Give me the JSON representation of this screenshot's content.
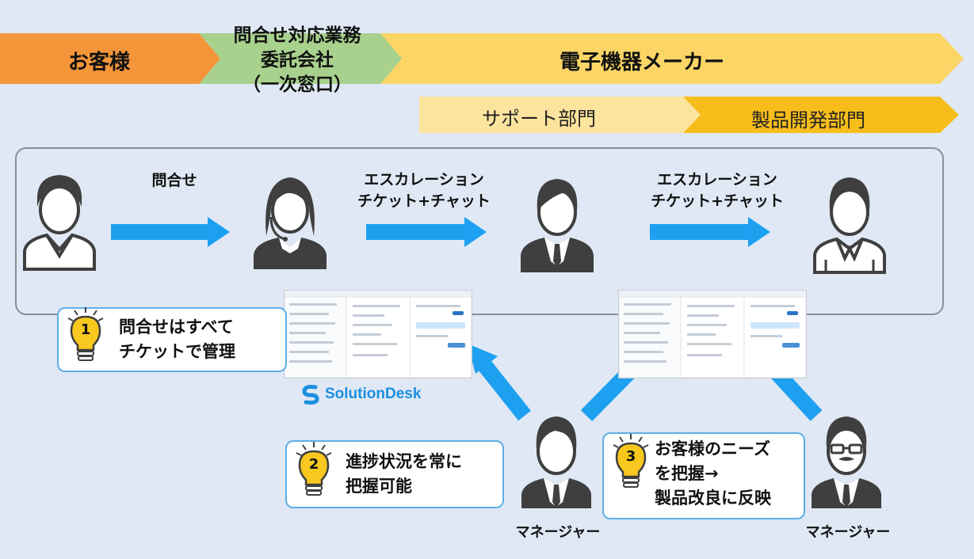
{
  "header": {
    "customer": "お客様",
    "outsourcer": "問合せ対応業務\n委託会社\n（一次窓口）",
    "maker": "電子機器メーカー",
    "support_dept": "サポート部門",
    "dev_dept": "製品開発部門"
  },
  "flow": {
    "inquiry": "問合せ",
    "escalation1": "エスカレーション\nチケット+チャット",
    "escalation2": "エスカレーション\nチケット+チャット"
  },
  "callouts": [
    {
      "number": "1",
      "text": "問合せはすべて\nチケットで管理"
    },
    {
      "number": "2",
      "text": "進捗状況を常に\n把握可能"
    },
    {
      "number": "3",
      "text": "お客様のニーズ\nを把握→\n製品改良に反映"
    }
  ],
  "logo": {
    "text": "SolutionDesk"
  },
  "managers": {
    "left": "マネージャー",
    "right": "マネージャー"
  },
  "colors": {
    "background": "#dfe8f4",
    "customer_band": "#f5953a",
    "outsourcer_band": "#a8d18d",
    "maker_band": "#fbd666",
    "support_band": "#fde49e",
    "dev_band": "#f7bd1a",
    "arrow": "#1ea0f0",
    "person": "#3f3f3f",
    "callout_border": "#5eaee6",
    "logo": "#1b8fe0"
  },
  "icons": [
    "person-icon",
    "operator-icon",
    "staff-icon",
    "engineer-icon",
    "manager-icon",
    "lightbulb-icon",
    "logo-icon"
  ]
}
